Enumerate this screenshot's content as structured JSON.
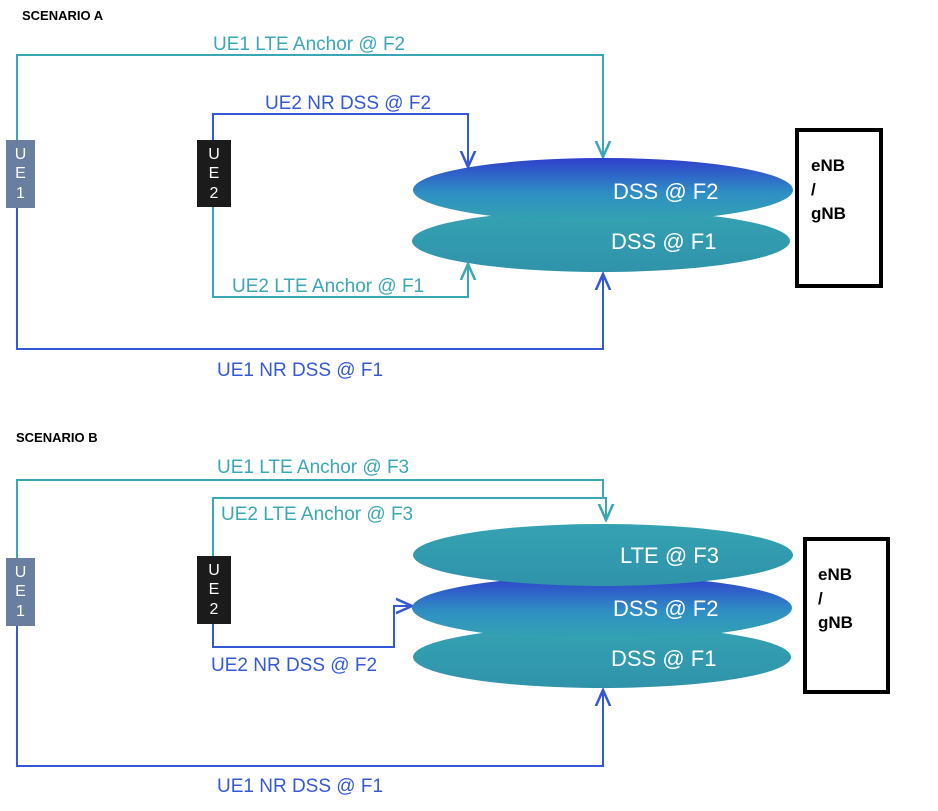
{
  "colors": {
    "teal_line": "#3aa8b4",
    "blue_line": "#3559d6",
    "ue1_box": "#6a7fa0",
    "ue2_box": "#1b1b1b",
    "ellipse_teal": "#3199ad",
    "ellipse_blue_top": "#2f44c9"
  },
  "scenario_a": {
    "title": "SCENARIO A",
    "ue1": {
      "chars": [
        "U",
        "E",
        "1"
      ]
    },
    "ue2": {
      "chars": [
        "U",
        "E",
        "2"
      ]
    },
    "links": {
      "ue1_lte": "UE1 LTE Anchor @ F2",
      "ue2_nr": "UE2 NR DSS @ F2",
      "ue2_lte": "UE2 LTE Anchor @ F1",
      "ue1_nr": "UE1 NR DSS @ F1"
    },
    "carriers": [
      "DSS @ F2",
      "DSS @ F1"
    ],
    "node": {
      "line1": "eNB",
      "line2": "/",
      "line3": "gNB"
    }
  },
  "scenario_b": {
    "title": "SCENARIO B",
    "ue1": {
      "chars": [
        "U",
        "E",
        "1"
      ]
    },
    "ue2": {
      "chars": [
        "U",
        "E",
        "2"
      ]
    },
    "links": {
      "ue1_lte": "UE1 LTE Anchor @ F3",
      "ue2_lte": "UE2 LTE Anchor @ F3",
      "ue2_nr": "UE2 NR DSS @ F2",
      "ue1_nr": "UE1 NR DSS @ F1"
    },
    "carriers": [
      "LTE @ F3",
      "DSS @ F2",
      "DSS @ F1"
    ],
    "node": {
      "line1": "eNB",
      "line2": "/",
      "line3": "gNB"
    }
  }
}
